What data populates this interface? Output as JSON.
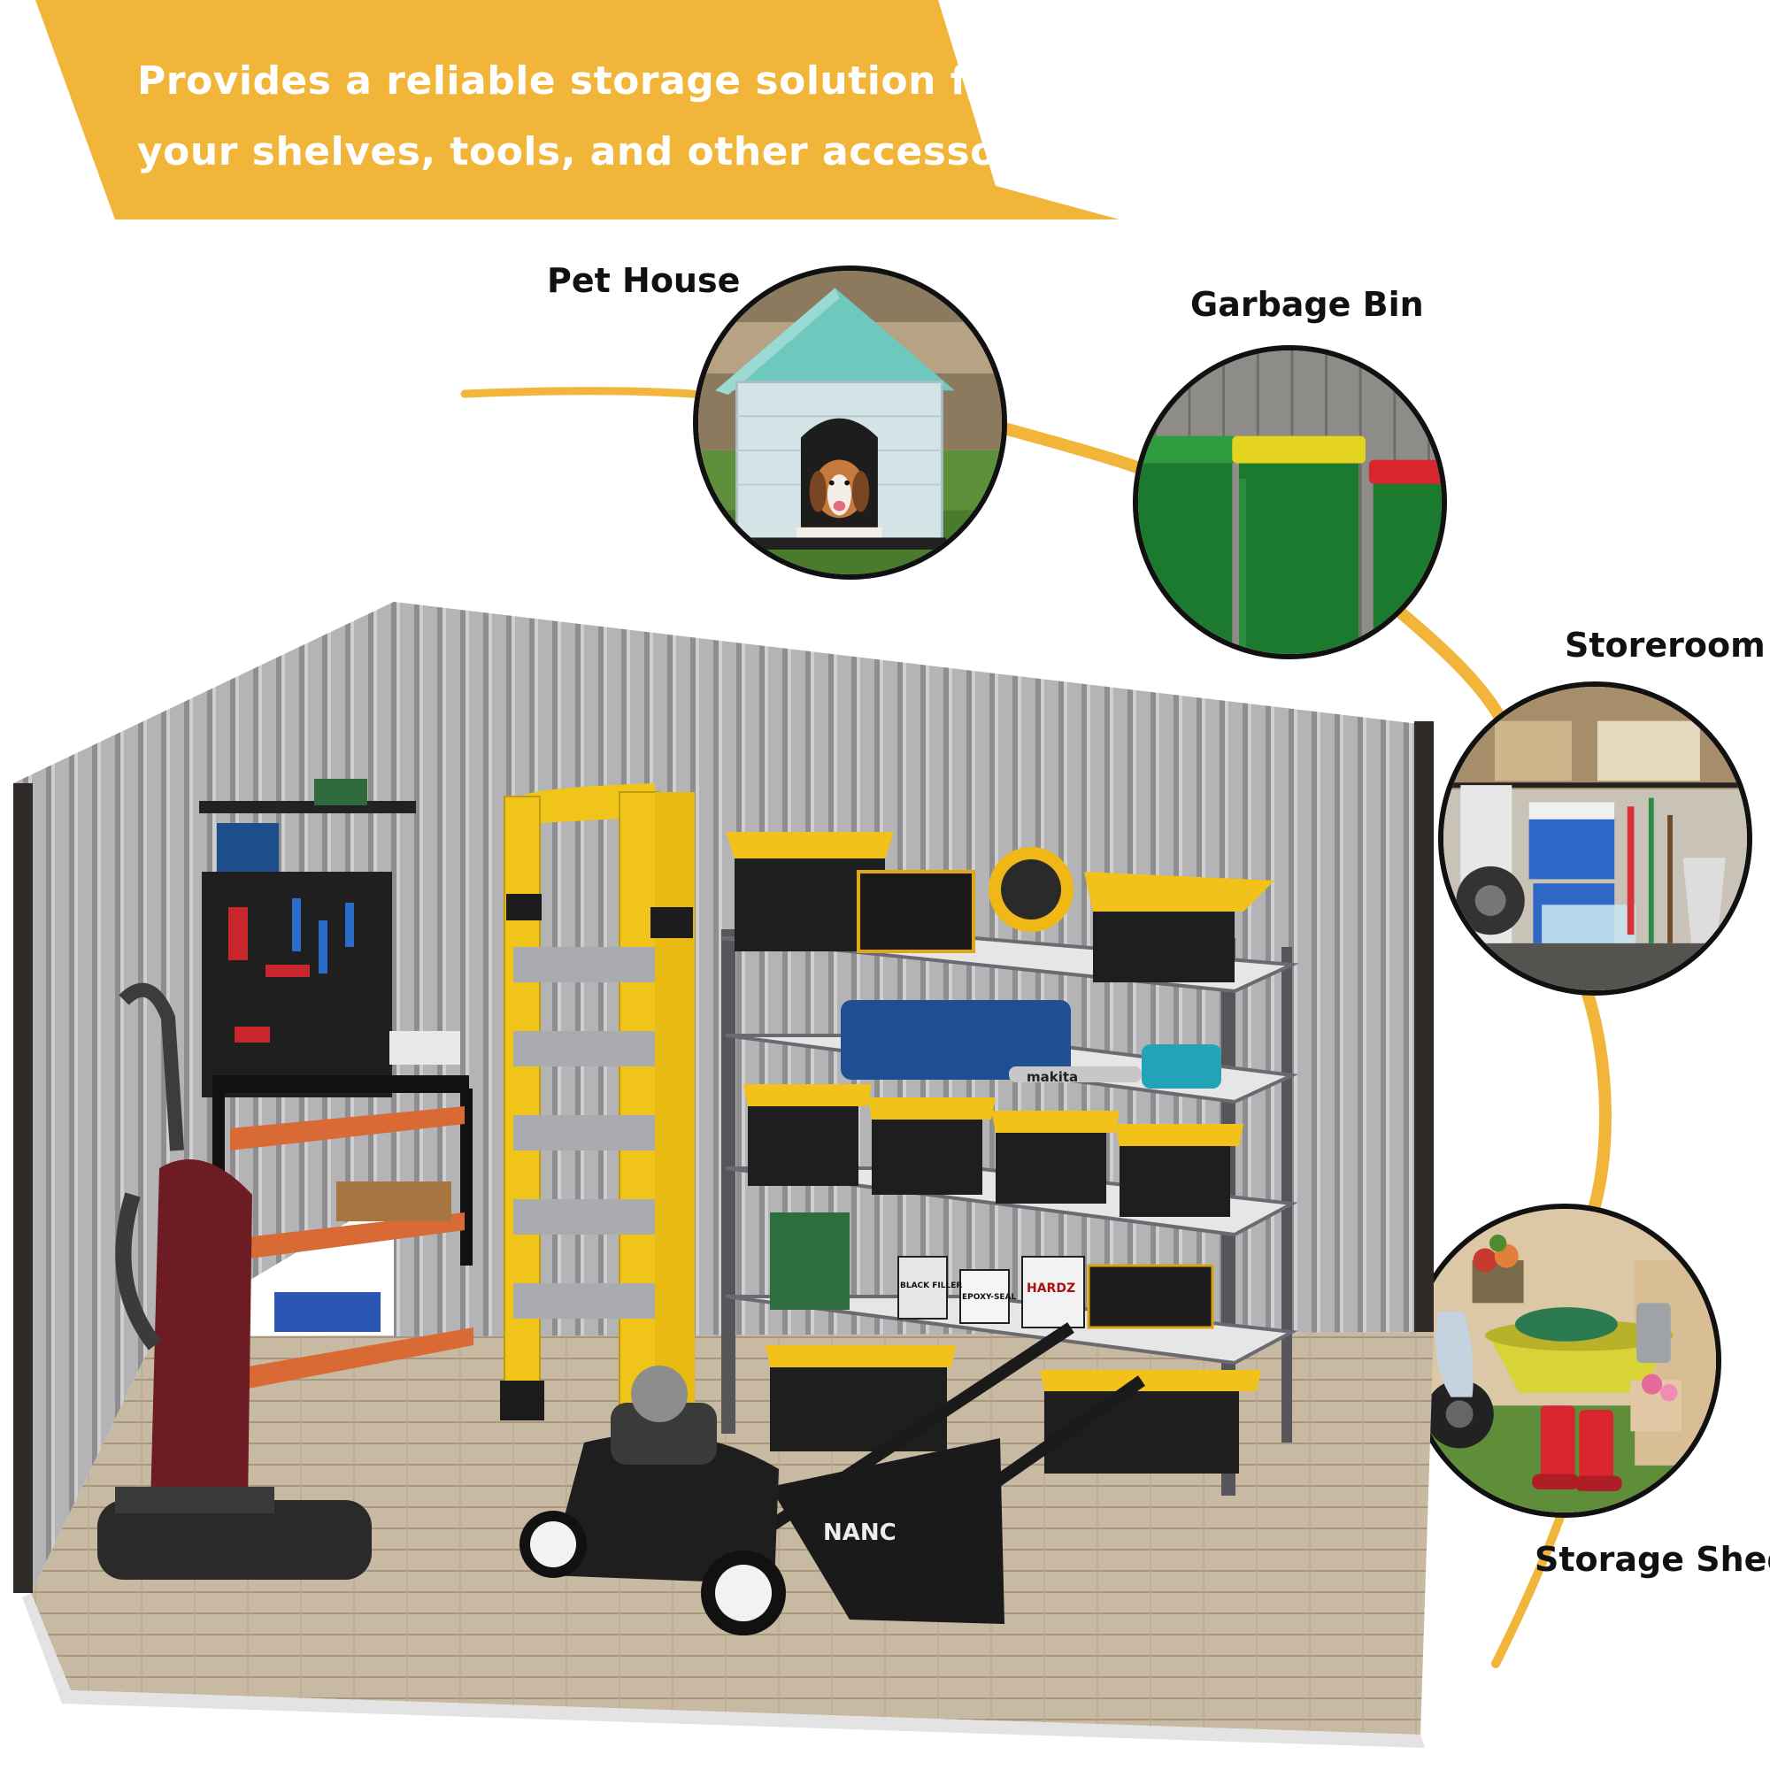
{
  "banner": {
    "line1": "Provides a reliable storage solution for",
    "line2": "your shelves, tools, and other accessories.",
    "color": "#F1B53A"
  },
  "uses": [
    {
      "label": "Pet House"
    },
    {
      "label": "Garbage Bin"
    },
    {
      "label": "Storeroom"
    },
    {
      "label": "Storage Shed"
    }
  ],
  "scene": {
    "mower_brand": "NANC",
    "saw_brand": "makita",
    "can_labels": [
      "BLACK FILLER",
      "EPOXY-SEAL",
      "HARDZ"
    ]
  },
  "colors": {
    "accent": "#F1B53A",
    "shed_wall": "#A9A9AD",
    "floor": "#C9B9A3",
    "bin_black": "#1E1E1E",
    "bin_lid": "#F2C21A"
  }
}
